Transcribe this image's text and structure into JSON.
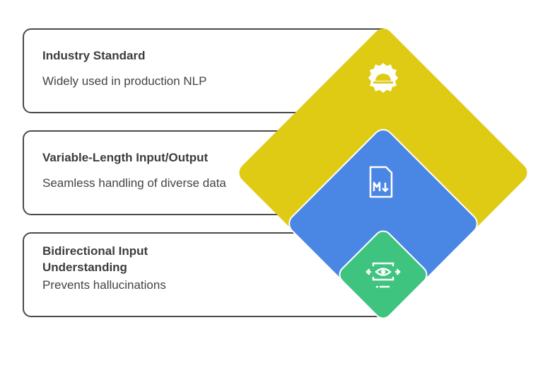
{
  "items": [
    {
      "title": "Industry Standard",
      "description": "Widely used in production NLP",
      "icon": "hard-hat-gear-icon",
      "color": "#dfcb14"
    },
    {
      "title": "Variable-Length Input/Output",
      "description": "Seamless handling of diverse data",
      "icon": "markdown-file-icon",
      "color": "#4a86e4"
    },
    {
      "title": "Bidirectional Input Understanding",
      "description": "Prevents hallucinations",
      "icon": "eye-scan-icon",
      "color": "#3ec47f"
    }
  ]
}
